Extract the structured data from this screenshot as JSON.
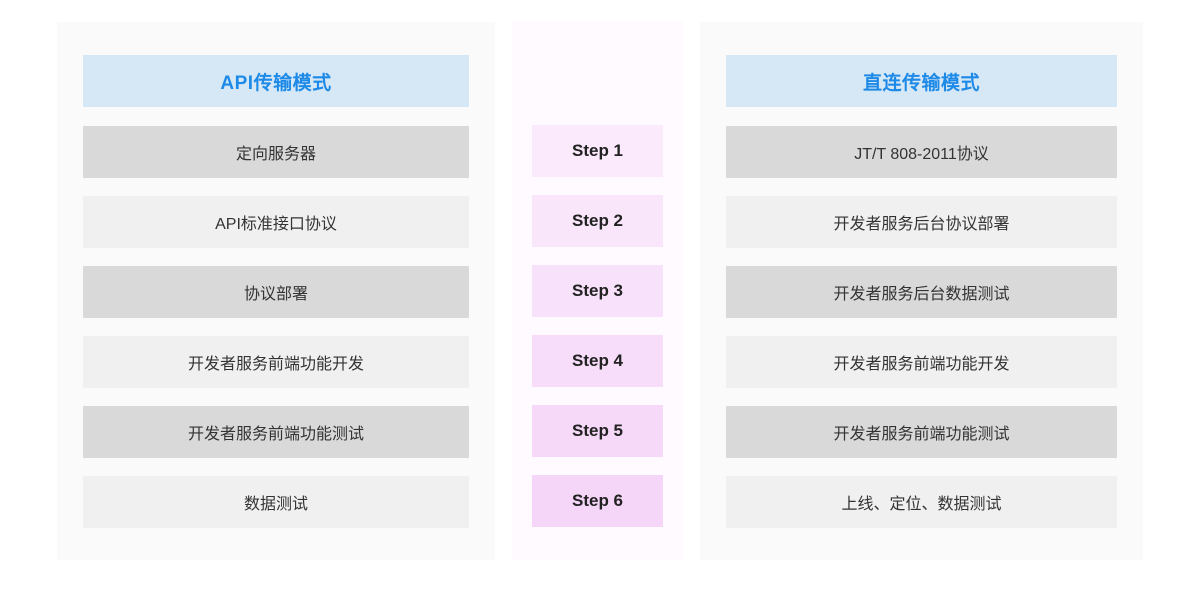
{
  "columns": {
    "left": {
      "header": "API传输模式",
      "rows": [
        "定向服务器",
        "API标准接口协议",
        "协议部署",
        "开发者服务前端功能开发",
        "开发者服务前端功能测试",
        "数据测试"
      ]
    },
    "middle": {
      "steps": [
        "Step 1",
        "Step 2",
        "Step 3",
        "Step 4",
        "Step 5",
        "Step 6"
      ]
    },
    "right": {
      "header": "直连传输模式",
      "rows": [
        "JT/T 808-2011协议",
        "开发者服务后台协议部署",
        "开发者服务后台数据测试",
        "开发者服务前端功能开发",
        "开发者服务前端功能测试",
        "上线、定位、数据测试"
      ]
    }
  },
  "colors": {
    "header_bg": "#d6e8f5",
    "header_text": "#1e8ae8",
    "row_dark": "#d9d9d9",
    "row_light": "#f0f0f0",
    "panel_bg": "#fafafa",
    "panel_mid_bg": "#fefaff",
    "step_start": "#fbeafb",
    "step_end": "#f5d5f8",
    "row_text": "#333333"
  }
}
